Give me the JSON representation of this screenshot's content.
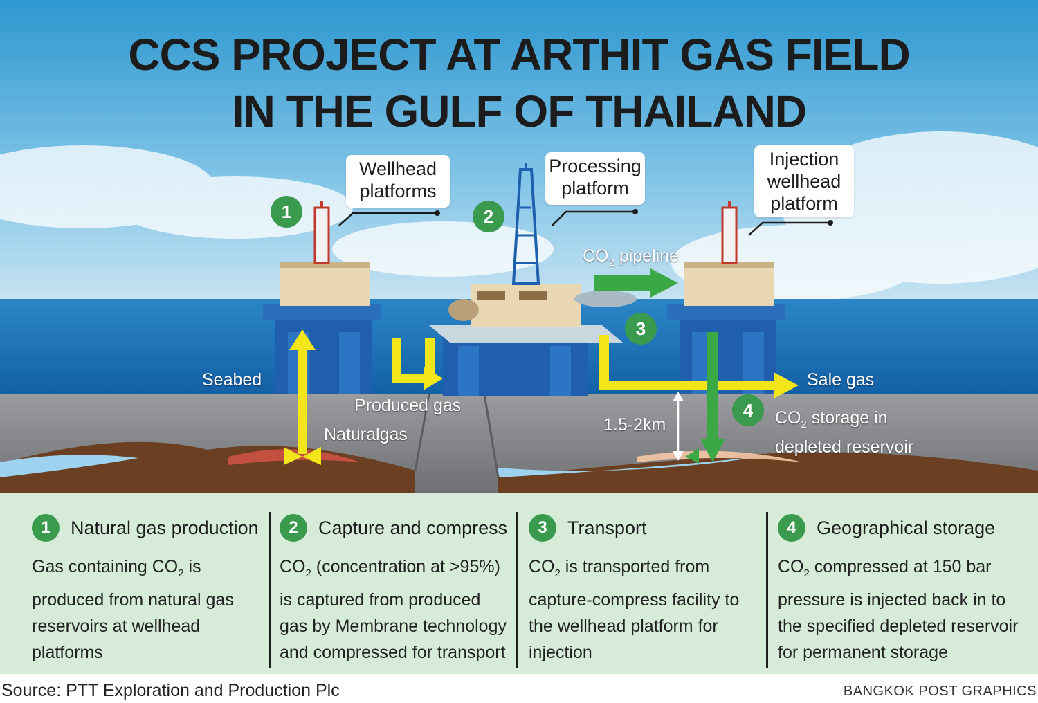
{
  "title": {
    "line1": "CCS PROJECT AT ARTHIT GAS FIELD",
    "line2": "IN THE GULF OF THAILAND"
  },
  "callouts": {
    "wellhead": [
      "Wellhead",
      "platforms"
    ],
    "processing": [
      "Processing",
      "platform"
    ],
    "injection": [
      "Injection",
      "wellhead",
      "platform"
    ]
  },
  "steps": [
    "1",
    "2",
    "3",
    "4"
  ],
  "labels": {
    "pipeline": "CO",
    "pipeline_sub": "2",
    "pipeline_rest": " pipeline",
    "seabed": "Seabed",
    "produced_gas": "Produced gas",
    "natural_gas": "Naturalgas",
    "depth": "1.5-2km",
    "sale_gas": "Sale gas",
    "storage_a": "CO",
    "storage_sub": "2",
    "storage_b": " storage in",
    "storage_c": "depleted reservoir"
  },
  "panel": [
    {
      "num": "1",
      "title": "Natural gas production",
      "body_pre": "Gas containing CO",
      "body_sub": "2",
      "body_post": " is produced from natural gas reservoirs at wellhead platforms"
    },
    {
      "num": "2",
      "title": "Capture and compress",
      "body_pre": "CO",
      "body_sub": "2",
      "body_post": " (concentration at >95%) is captured from produced gas by Membrane technology and compressed for transport"
    },
    {
      "num": "3",
      "title": "Transport",
      "body_pre": "CO",
      "body_sub": "2",
      "body_post": "  is transported from capture-compress facility to the wellhead platform for injection"
    },
    {
      "num": "4",
      "title": "Geographical storage",
      "body_pre": "CO",
      "body_sub": "2",
      "body_post": " compressed at 150 bar pressure is injected back in to the specified depleted reservoir for permanent storage"
    }
  ],
  "footer": {
    "source": "Source: PTT Exploration and Production Plc",
    "credit": "BANGKOK POST GRAPHICS"
  },
  "colors": {
    "sky": "#2f97d0",
    "sea": "#1d6fb8",
    "seabed": "#8a8c8f",
    "rock": "#6b3f22",
    "arrow_yellow": "#f2e61b",
    "arrow_green": "#3aa845",
    "badge": "#3a9a4d",
    "panel": "#d6ecd9"
  }
}
